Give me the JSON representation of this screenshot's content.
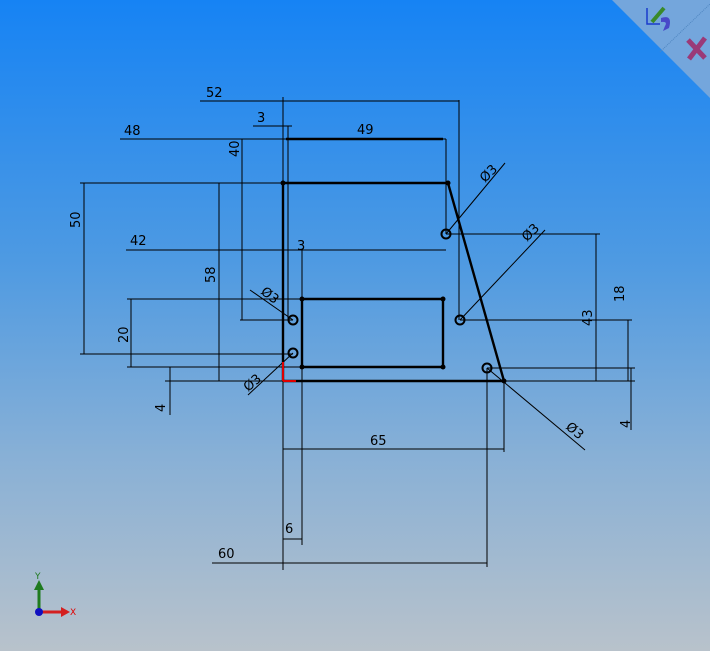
{
  "confirmation_corner": {
    "exit_sketch": "exit-sketch",
    "cancel": "cancel"
  },
  "dimensions": {
    "d52": "52",
    "d3_top": "3",
    "d48": "48",
    "d49": "49",
    "d40": "40",
    "d50": "50",
    "d58": "58",
    "d42": "42",
    "d3_inner": "3",
    "d20": "20",
    "d4_left": "4",
    "d18": "18",
    "d43": "43",
    "d4_right": "4",
    "d65": "65",
    "d6": "6",
    "d60": "60",
    "dia1": "Ø3",
    "dia2": "Ø3",
    "dia3": "Ø3",
    "dia4": "Ø3",
    "dia5": "Ø3"
  },
  "triad": {
    "x_label": "X",
    "y_label": "Y"
  },
  "colors": {
    "x_axis": "#d42020",
    "y_axis": "#1e7a1e",
    "origin": "#e00000",
    "cancel": "#9a3a78"
  }
}
